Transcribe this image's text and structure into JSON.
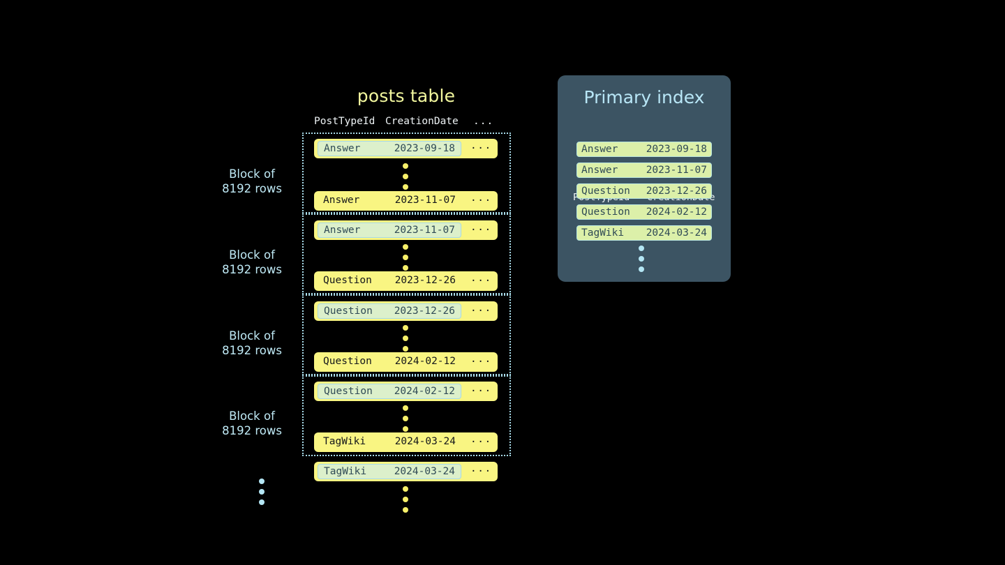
{
  "posts_table": {
    "title": "posts table",
    "columns": [
      "PostTypeId",
      "CreationDate",
      "..."
    ],
    "row_ellipsis": "...",
    "blocks": [
      {
        "caption_line1": "Block of",
        "caption_line2": "8192 rows",
        "first_row": {
          "post_type_id": "Answer",
          "creation_date": "2023-09-18",
          "more": "...",
          "highlighted": true
        },
        "last_row": {
          "post_type_id": "Answer",
          "creation_date": "2023-11-07",
          "more": "...",
          "highlighted": false
        }
      },
      {
        "caption_line1": "Block of",
        "caption_line2": "8192 rows",
        "first_row": {
          "post_type_id": "Answer",
          "creation_date": "2023-11-07",
          "more": "...",
          "highlighted": true
        },
        "last_row": {
          "post_type_id": "Question",
          "creation_date": "2023-12-26",
          "more": "...",
          "highlighted": false
        }
      },
      {
        "caption_line1": "Block of",
        "caption_line2": "8192 rows",
        "first_row": {
          "post_type_id": "Question",
          "creation_date": "2023-12-26",
          "more": "...",
          "highlighted": true
        },
        "last_row": {
          "post_type_id": "Question",
          "creation_date": "2024-02-12",
          "more": "...",
          "highlighted": false
        }
      },
      {
        "caption_line1": "Block of",
        "caption_line2": "8192 rows",
        "first_row": {
          "post_type_id": "Question",
          "creation_date": "2024-02-12",
          "more": "...",
          "highlighted": true
        },
        "last_row": {
          "post_type_id": "TagWiki",
          "creation_date": "2024-03-24",
          "more": "...",
          "highlighted": false
        }
      }
    ],
    "trailing_row": {
      "post_type_id": "TagWiki",
      "creation_date": "2024-03-24",
      "more": "...",
      "highlighted": true
    }
  },
  "primary_index": {
    "title": "Primary index",
    "columns": [
      "PostTypeId",
      "CreationDate"
    ],
    "rows": [
      {
        "post_type_id": "Answer",
        "creation_date": "2023-09-18"
      },
      {
        "post_type_id": "Answer",
        "creation_date": "2023-11-07"
      },
      {
        "post_type_id": "Question",
        "creation_date": "2023-12-26"
      },
      {
        "post_type_id": "Question",
        "creation_date": "2024-02-12"
      },
      {
        "post_type_id": "TagWiki",
        "creation_date": "2024-03-24"
      }
    ]
  },
  "colors": {
    "background": "#000000",
    "row_yellow": "#f9f582",
    "row_highlight_green": "#dcf0cb",
    "highlight_border_blue": "#a6d9e8",
    "title_yellow": "#f2f79e",
    "caption_blue": "#bfe9f5",
    "index_panel": "#3c5463",
    "index_row_green": "#dcf0a9",
    "index_title_blue": "#b8e6f6",
    "dot_yellow": "#f7f06a",
    "dot_blue": "#b4e6f4"
  }
}
